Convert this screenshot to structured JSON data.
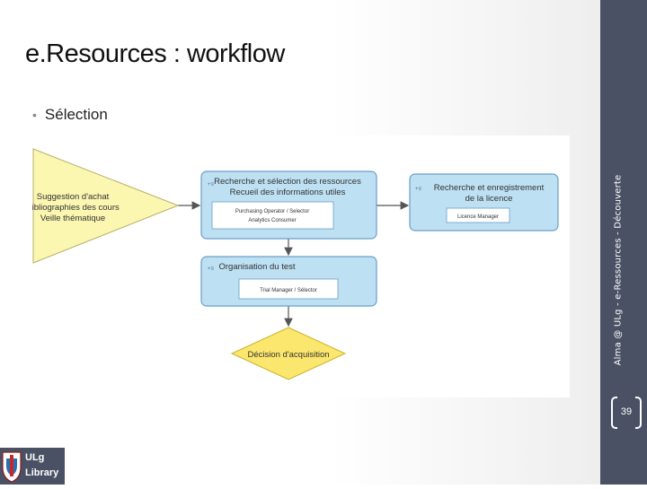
{
  "slide": {
    "title": "e.Resources : workflow",
    "bullet": "Sélection",
    "side_caption": "Alma @ ULg - e-Ressources - Découverte",
    "page_number": "39"
  },
  "diagram": {
    "start_node": {
      "lines": [
        "Suggestion d'achat",
        "Bibliographies des cours",
        "Veille thématique"
      ]
    },
    "process_1": {
      "title": [
        "Recherche et sélection des ressources",
        "Recueil des informations utiles"
      ],
      "role": [
        "Purchasing Operator / Selector",
        "Analytics Consumer"
      ]
    },
    "process_2": {
      "title": [
        "Recherche et enregistrement",
        "de la licence"
      ],
      "role": "Licence Manager"
    },
    "process_3": {
      "title": "Organisation du test",
      "role": "Trial Manager / Sélector"
    },
    "decision": {
      "label": "Décision d'acquisition"
    },
    "colors": {
      "process_fill": "#bde0f2",
      "process_stroke": "#6a9ec7",
      "start_fill": "#fbf6b0",
      "decision_fill": "#fbe66e",
      "decision_stroke": "#c9b22a",
      "arrow": "#555555"
    }
  },
  "logo": {
    "line1": "ULg",
    "line2": "Library",
    "bg": "#4b5164"
  }
}
